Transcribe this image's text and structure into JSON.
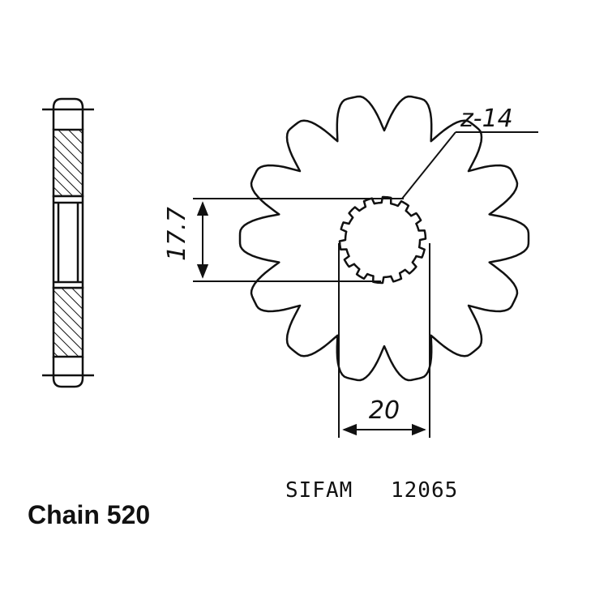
{
  "drawing": {
    "teeth_label": "z-14",
    "bore_label": "17.7",
    "width_label": "20",
    "brand": "SIFAM",
    "part_number": "12065",
    "chain_label": "Chain 520"
  },
  "sprocket": {
    "teeth": 14,
    "hub_splines": 14,
    "line_color": "#111111",
    "hatch_color": "#111111"
  }
}
